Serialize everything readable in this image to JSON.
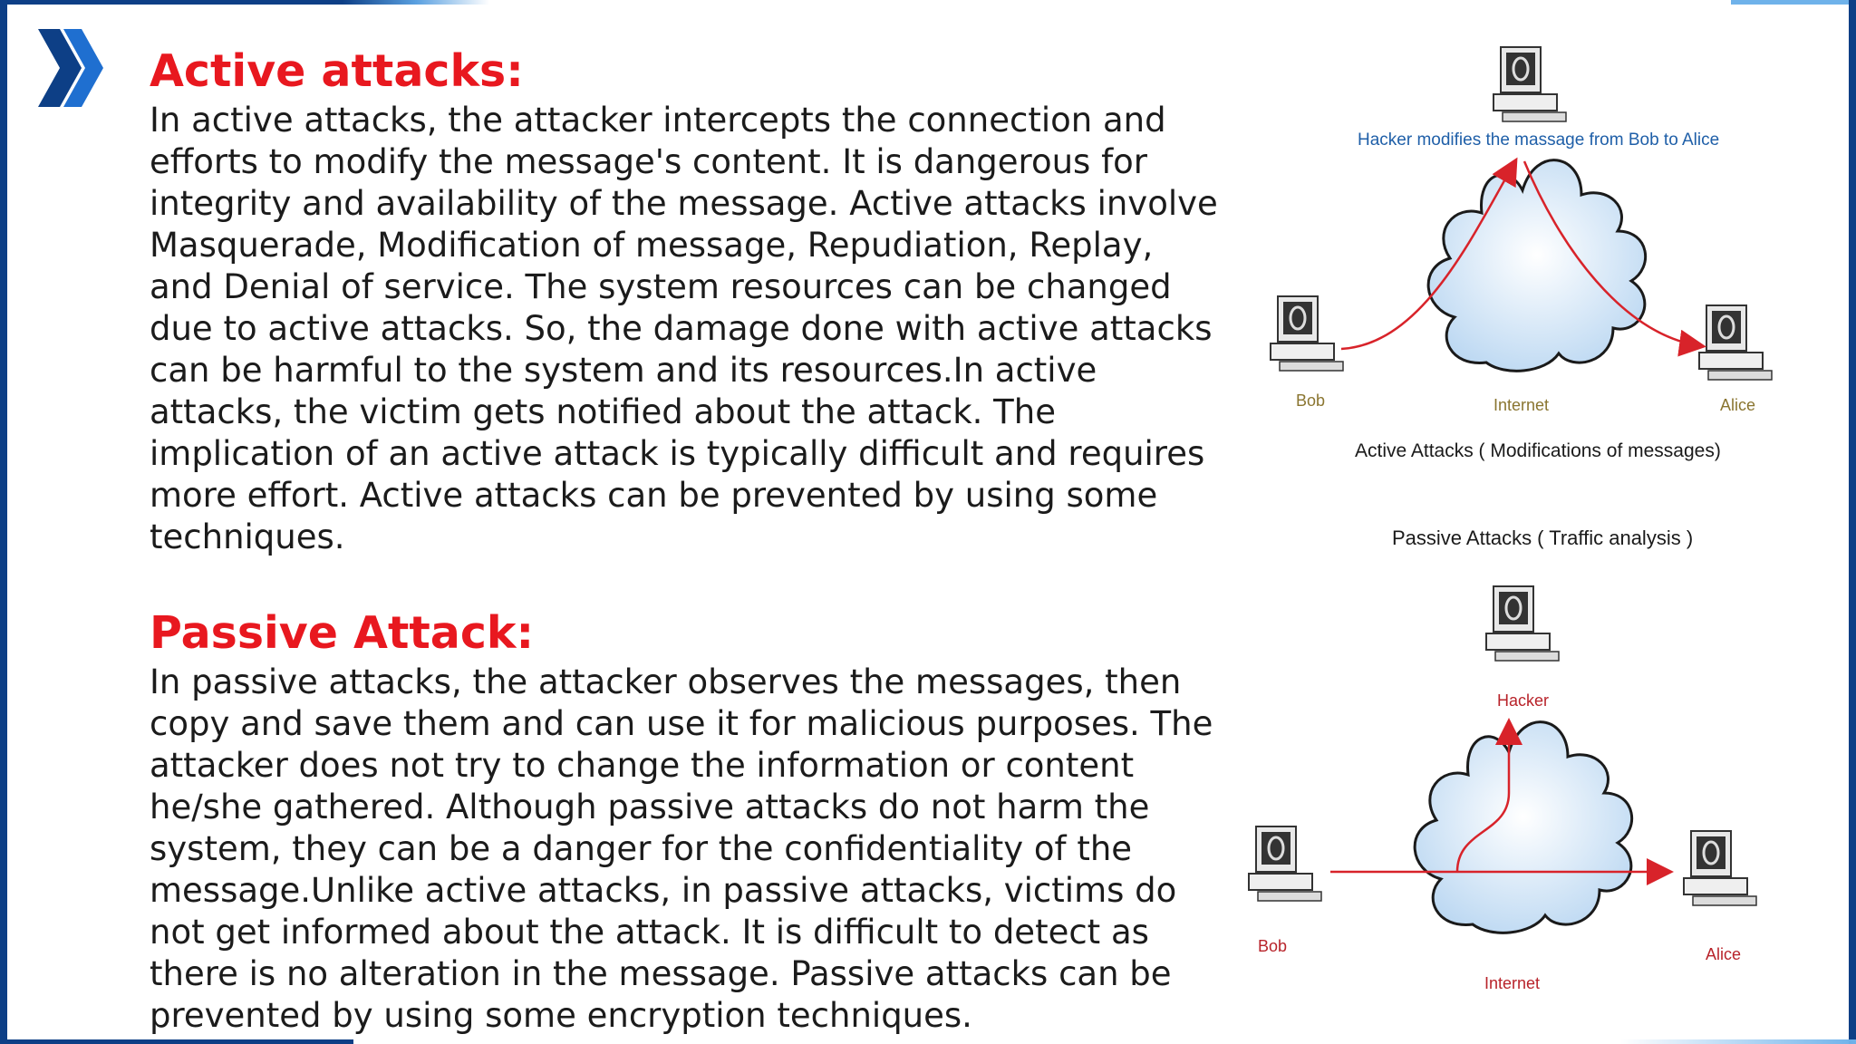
{
  "slide": {
    "colors": {
      "frame": "#0d3f86",
      "heading": "#e8181f",
      "body_text": "#1b1b1b",
      "accent_light": "#6fb2ea"
    },
    "decor_icon": "double-chevron-icon"
  },
  "sections": [
    {
      "heading": "Active attacks:",
      "body": "In active attacks, the attacker intercepts the connection and efforts to modify the message's content. It is dangerous for integrity and availability of the message. Active attacks involve Masquerade, Modification of message, Repudiation, Replay, and Denial of service. The system resources can be changed due to active attacks. So, the damage done with active attacks can be harmful to the system and its resources.In active attacks, the victim gets notified about the attack. The implication of an active attack is typically difficult and requires more effort. Active attacks can be prevented by using some techniques."
    },
    {
      "heading": "Passive Attack:",
      "body": "In passive attacks, the attacker observes the messages, then copy and save them and can use it for malicious purposes. The attacker does not try to change the information or content he/she gathered. Although passive attacks do not harm the system, they can be a danger for the confidentiality of the message.Unlike active attacks, in passive attacks, victims do not get informed about the attack. It is difficult to detect as there is no alteration in the message. Passive attacks can be prevented by using some encryption techniques."
    }
  ],
  "active_diagram": {
    "top_label": "Hacker modifies the massage from Bob to Alice",
    "left_node": "Bob",
    "center_node": "Internet",
    "right_node": "Alice",
    "caption": "Active Attacks ( Modifications of messages)"
  },
  "passive_diagram": {
    "caption": "Passive Attacks ( Traffic analysis )",
    "top_node": "Hacker",
    "left_node": "Bob",
    "center_node": "Internet",
    "right_node": "Alice"
  }
}
